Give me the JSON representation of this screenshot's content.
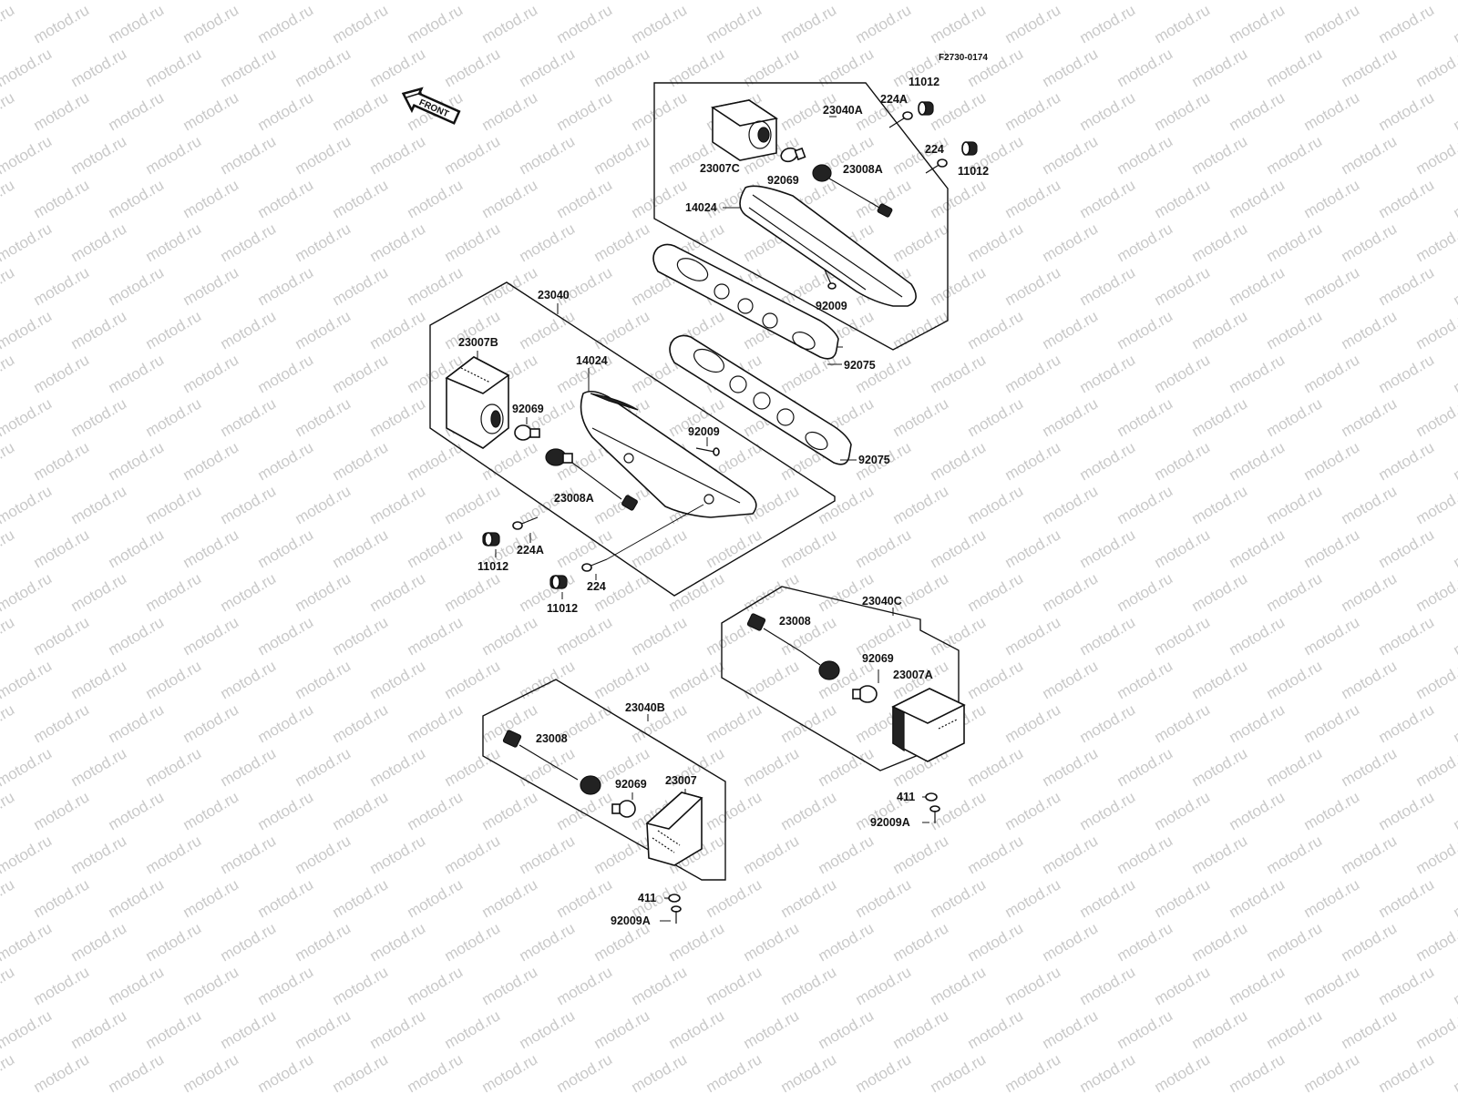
{
  "figure_code": "F2730-0174",
  "front_arrow": "FRONT",
  "watermark": "motod.ru",
  "assemblies": {
    "a23040A": {
      "assembly": "23040A",
      "p23007C": "23007C",
      "p92069": "92069",
      "p23008A": "23008A",
      "p14024": "14024",
      "p224A": "224A",
      "p11012a": "11012",
      "p224": "224",
      "p11012b": "11012",
      "p92009": "92009"
    },
    "a23040": {
      "assembly": "23040",
      "p23007B": "23007B",
      "p92069": "92069",
      "p14024": "14024",
      "p92009": "92009",
      "p23008A": "23008A",
      "p224A": "224A",
      "p11012a": "11012",
      "p224": "224",
      "p11012b": "11012"
    },
    "gaskets": {
      "g1": "92075",
      "g2": "92075"
    },
    "a23040C": {
      "assembly": "23040C",
      "p23008": "23008",
      "p92069": "92069",
      "p23007A": "23007A",
      "p411": "411",
      "p92009A": "92009A"
    },
    "a23040B": {
      "assembly": "23040B",
      "p23008": "23008",
      "p92069": "92069",
      "p23007": "23007",
      "p411": "411",
      "p92009A": "92009A"
    }
  }
}
